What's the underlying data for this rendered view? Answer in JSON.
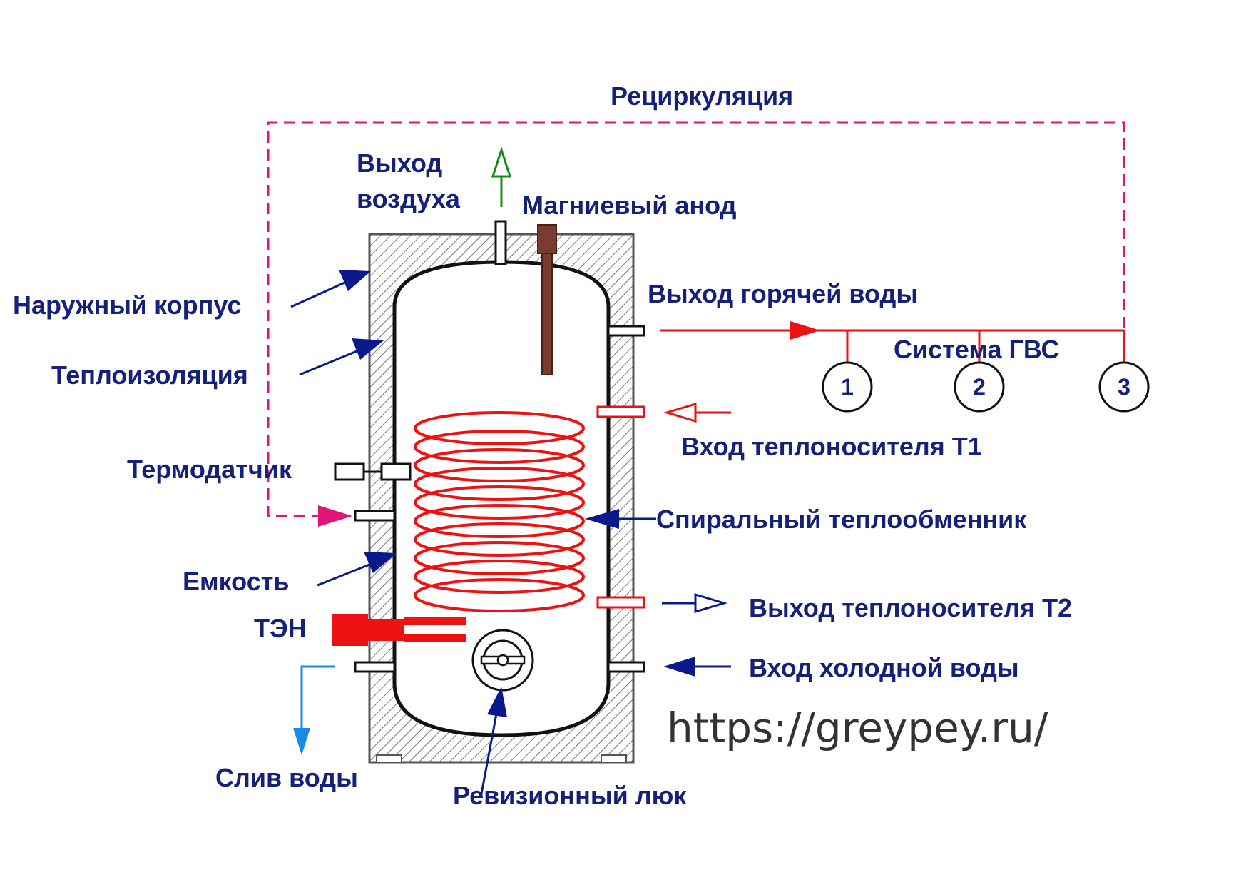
{
  "labels": {
    "recirculation": "Рециркуляция",
    "air_outlet_line1": "Выход",
    "air_outlet_line2": "воздуха",
    "magnesium_anode": "Магниевый анод",
    "outer_casing": "Наружный корпус",
    "hot_water_outlet": "Выход горячей воды",
    "thermal_insulation": "Теплоизоляция",
    "dhw_system": "Система ГВС",
    "coolant_inlet_t1": "Вход теплоносителя Т1",
    "thermosensor": "Термодатчик",
    "spiral_heat_exchanger": "Спиральный теплообменник",
    "tank": "Емкость",
    "coolant_outlet_t2": "Выход теплоносителя Т2",
    "heating_element": "ТЭН",
    "cold_water_inlet": "Вход холодной воды",
    "water_drain": "Слив воды",
    "inspection_hatch": "Ревизионный люк"
  },
  "consumers": [
    "1",
    "2",
    "3"
  ],
  "watermark": "https://greypey.ru/",
  "colors": {
    "label_text": "#14207a",
    "leader_arrow": "#0a1a8c",
    "hot_pipe": "#ee1111",
    "coil": "#ee1111",
    "recirculation": "#e0157a",
    "air_arrow": "#1a8a1a",
    "drain_arrow": "#1a8ae6",
    "anode": "#7a3b30",
    "tank_outline": "#111111",
    "insulation_hatch": "#777777"
  }
}
